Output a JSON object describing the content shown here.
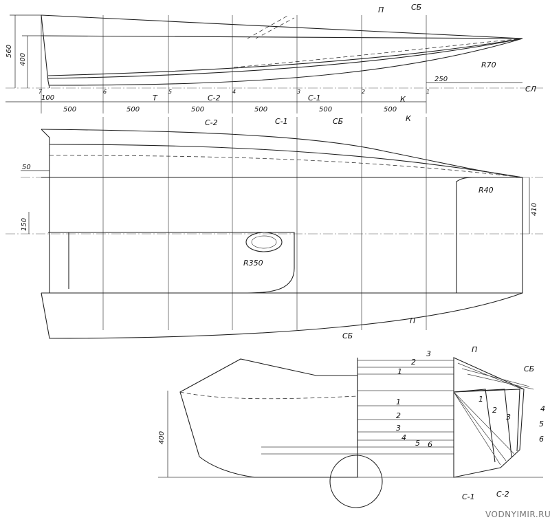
{
  "side_view": {
    "labels": {
      "p": "П",
      "sb": "СБ",
      "t": "Т",
      "k": "К",
      "c2": "С-2",
      "c1": "С-1",
      "sl": "СЛ",
      "r70": "R70"
    },
    "stations": [
      "7",
      "6",
      "5",
      "4",
      "3",
      "2",
      "1"
    ],
    "dims": {
      "h560": "560",
      "h400": "400",
      "d100": "100",
      "d250": "250"
    },
    "spacing": [
      "500",
      "500",
      "500",
      "500",
      "500",
      "500"
    ]
  },
  "plan_view": {
    "labels": {
      "c2": "С-2",
      "c1": "С-1",
      "sb": "СБ",
      "k": "К",
      "r40": "R40",
      "r350": "R350",
      "p": "П",
      "sb_bottom": "СБ"
    },
    "dims": {
      "d50": "50",
      "d150": "150",
      "d410": "410"
    }
  },
  "body_plan": {
    "labels": {
      "p": "П",
      "sb": "СБ",
      "c1": "С-1",
      "c2": "С-2"
    },
    "waterlines_upper": [
      "3",
      "2",
      "1"
    ],
    "waterlines_lower": [
      "1",
      "2",
      "3",
      "4",
      "5",
      "6"
    ],
    "sections": [
      "1",
      "2",
      "3"
    ],
    "buttocks": [
      "4",
      "5",
      "6"
    ],
    "dims": {
      "h400": "400"
    }
  },
  "watermark": "VODNYIMIR.RU"
}
